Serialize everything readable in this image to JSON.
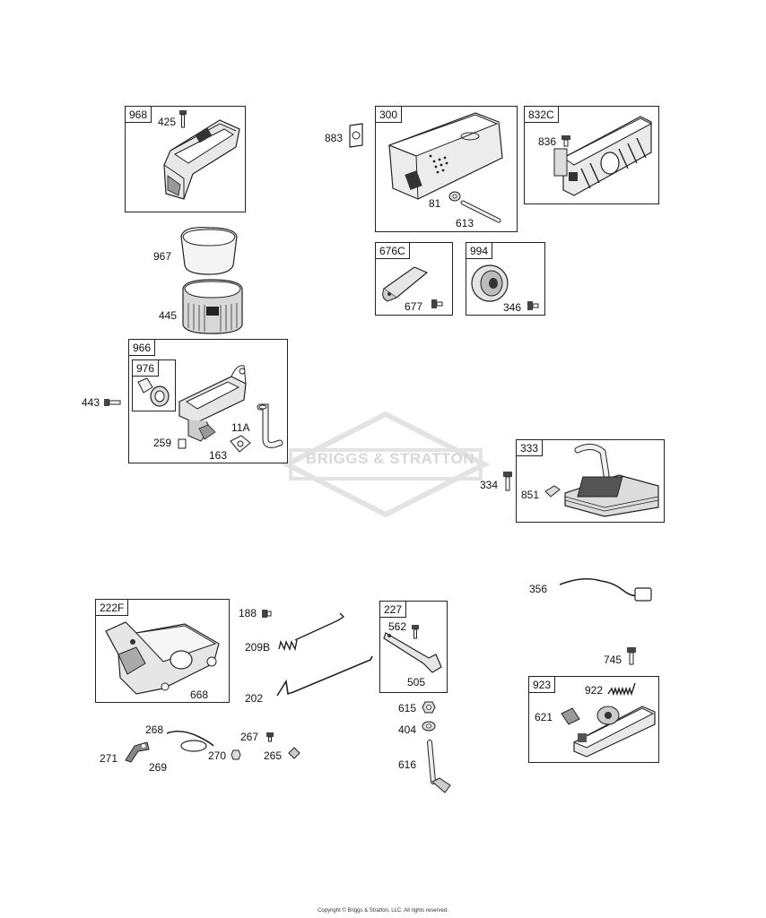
{
  "watermark": "BRIGGS & STRATTON",
  "footer": "Copyright © Briggs & Stratton, LLC. All rights reserved.",
  "groups": {
    "g968": "968",
    "g300": "300",
    "g832c": "832C",
    "g676c": "676C",
    "g994": "994",
    "g966": "966",
    "g976": "976",
    "g333": "333",
    "g222f": "222F",
    "g227": "227",
    "g923": "923"
  },
  "parts": {
    "p425": "425",
    "p883": "883",
    "p836": "836",
    "p81": "81",
    "p613": "613",
    "p967": "967",
    "p445": "445",
    "p677": "677",
    "p346": "346",
    "p443": "443",
    "p11a": "11A",
    "p259": "259",
    "p163": "163",
    "p334": "334",
    "p851": "851",
    "p356": "356",
    "p188": "188",
    "p209b": "209B",
    "p562": "562",
    "p505": "505",
    "p745": "745",
    "p922": "922",
    "p621": "621",
    "p668": "668",
    "p202": "202",
    "p615": "615",
    "p404": "404",
    "p268": "268",
    "p267": "267",
    "p271": "271",
    "p269": "269",
    "p270": "270",
    "p265": "265",
    "p616": "616"
  }
}
